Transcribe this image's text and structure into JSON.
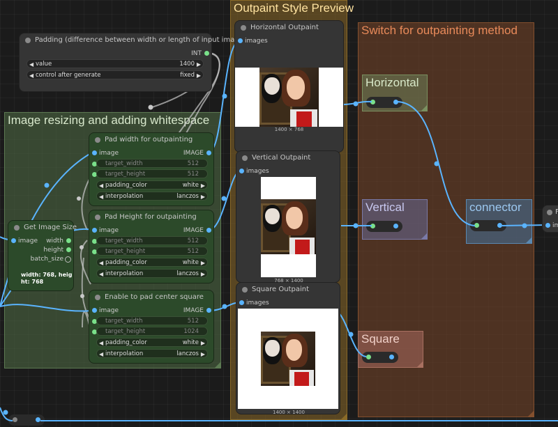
{
  "groups": {
    "preview": {
      "title": "Outpaint Style Preview",
      "color": "#b58b2a"
    },
    "switch": {
      "title": "Switch for outpainting method",
      "color": "#b0603a"
    },
    "resizing": {
      "title": "Image resizing and adding whitespace",
      "color": "#8ab078"
    },
    "horizontal": {
      "title": "Horizontal"
    },
    "vertical": {
      "title": "Vertical"
    },
    "square": {
      "title": "Square"
    },
    "connector": {
      "title": "connector"
    }
  },
  "padding_node": {
    "title": "Padding (difference between width or length of input image)",
    "output_label": "INT",
    "value_label": "value",
    "value": "1400",
    "cag_label": "control after generate",
    "cag_value": "fixed"
  },
  "pad_width": {
    "title": "Pad width for outpainting",
    "input_label": "image",
    "output_label": "IMAGE",
    "target_width_label": "target_width",
    "target_width": "512",
    "target_height_label": "target_height",
    "target_height": "512",
    "padding_color_label": "padding_color",
    "padding_color": "white",
    "interpolation_label": "interpolation",
    "interpolation": "lanczos"
  },
  "pad_height": {
    "title": "Pad Height for outpainting",
    "input_label": "image",
    "output_label": "IMAGE",
    "target_width_label": "target_width",
    "target_width": "512",
    "target_height_label": "target_height",
    "target_height": "512",
    "padding_color_label": "padding_color",
    "padding_color": "white",
    "interpolation_label": "interpolation",
    "interpolation": "lanczos"
  },
  "pad_square": {
    "title": "Enable to pad center square",
    "input_label": "image",
    "output_label": "IMAGE",
    "target_width_label": "target_width",
    "target_width": "512",
    "target_height_label": "target_height",
    "target_height": "1024",
    "padding_color_label": "padding_color",
    "padding_color": "white",
    "interpolation_label": "interpolation",
    "interpolation": "lanczos"
  },
  "get_image_size": {
    "title": "Get Image Size",
    "input_label": "image",
    "out_width": "width",
    "out_height": "height",
    "out_batch": "batch_size",
    "info_line1": "width: 768, heig",
    "info_line2": "ht: 768"
  },
  "horizontal_preview": {
    "title": "Horizontal Outpaint",
    "input_label": "images",
    "caption": "1400 × 768"
  },
  "vertical_preview": {
    "title": "Vertical Outpaint",
    "input_label": "images",
    "caption": "768 × 1400"
  },
  "square_preview": {
    "title": "Square Outpaint",
    "input_label": "images",
    "caption": "1400 × 1400"
  },
  "cut_node": {
    "title": "F",
    "input_label": "ima"
  },
  "colors": {
    "image_link": "#5ab4ff",
    "int_link": "#7ae08a",
    "preview_group": "#b58b2a",
    "switch_group": "#b0603a",
    "resizing_group": "#8ab078"
  }
}
